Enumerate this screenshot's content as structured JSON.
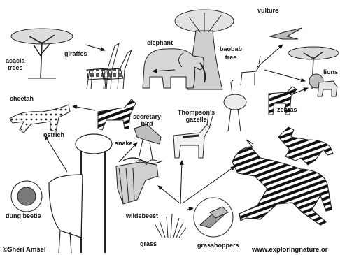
{
  "diagram": {
    "nodes": {
      "acacia_trees": "acacia\ntrees",
      "giraffes": "giraffes",
      "elephant": "elephant",
      "baobab_tree": "baobab\ntree",
      "vulture": "vulture",
      "lions": "lions",
      "cheetah": "cheetah",
      "secretary_bird": "secretary\nbird",
      "thompsons_gazelle": "Thompson's\ngazelle",
      "zebras": "zebras",
      "ostrich": "ostrich",
      "snake": "snake",
      "dung_beetle": "dung beetle",
      "wildebeest": "wildebeest",
      "grass": "grass",
      "grasshoppers": "grasshoppers"
    },
    "copyright": "©Sheri Amsel",
    "website": "www.exploringnature.or"
  }
}
